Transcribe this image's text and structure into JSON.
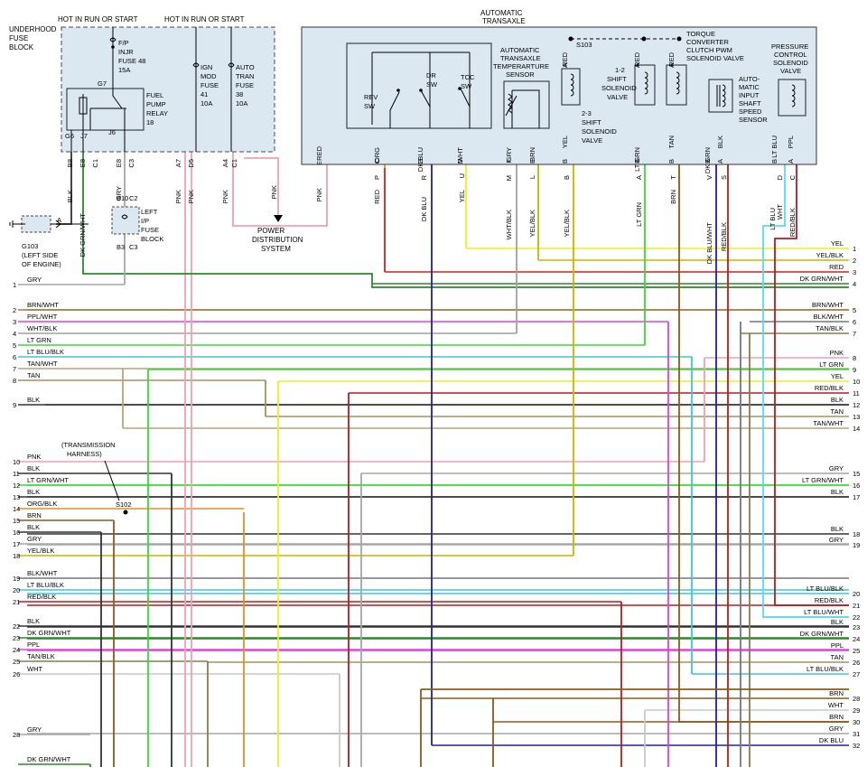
{
  "colors": {
    "RED": "#d32020",
    "PNK": "#f0a0b0",
    "BLK": "#333333",
    "GRY": "#a6a6a6",
    "DKGRNWHT": "#2a8a2a",
    "LTGRN": "#33dd33",
    "LTBLU": "#55dcf0",
    "LTBLUBLK": "#3fc6d8",
    "YEL": "#eeee22",
    "YELBLK": "#c8b400",
    "BRN": "#8c5a1a",
    "BRNWHT": "#a07a3a",
    "TAN": "#a69060",
    "TANWHT": "#b8a47a",
    "TANBLK": "#8a7a50",
    "WHT": "#c8c8c8",
    "WHTBLK": "#a0a0a0",
    "PPL": "#e040e0",
    "ORG": "#e0902a",
    "DKBLU": "#2020a0",
    "BLKWHT": "#777777",
    "REDBLK": "#c01818"
  },
  "fuse_block": {
    "title": [
      "UNDERHOOD",
      "FUSE",
      "BLOCK"
    ],
    "hot1": "HOT IN RUN OR START",
    "hot2": "HOT IN RUN OR START",
    "fuse48": [
      "F/P",
      "INJR",
      "FUSE 48",
      "15A"
    ],
    "fuse41": [
      "IGN",
      "MOD",
      "FUSE",
      "41",
      "10A"
    ],
    "fuse38": [
      "AUTO",
      "TRAN",
      "FUSE",
      "38",
      "10A"
    ],
    "relay": [
      "FUEL",
      "PUMP",
      "RELAY",
      "18"
    ],
    "g7": "G7",
    "g6": "G6",
    "j7": "J7",
    "j6": "J6"
  },
  "transaxle": {
    "title": [
      "AUTOMATIC",
      "TRANSAXLE"
    ],
    "s103": "S103",
    "rev_sw": [
      "REV",
      "SW"
    ],
    "dr_sw": [
      "DR",
      "SW"
    ],
    "tcc_sw": [
      "TCC",
      "SW"
    ],
    "temp_sensor": [
      "AUTOMATIC",
      "TRANSAXLE",
      "TEMPERARTURE",
      "SENSOR"
    ],
    "shift23": [
      "2-3",
      "SHIFT",
      "SOLENOID",
      "VALVE"
    ],
    "shift12": [
      "1-2",
      "SHIFT",
      "SOLENOID",
      "VALVE"
    ],
    "tcc_pwm": [
      "TORQUE",
      "CONVERTER",
      "CLUTCH PWM",
      "SOLENOID VALVE"
    ],
    "speed_sensor": [
      "AUTO-",
      "MATIC",
      "INPUT",
      "SHAFT",
      "SPEED",
      "SENSOR"
    ],
    "pressure": [
      "PRESSURE",
      "CONTROL",
      "SOLENOID",
      "VALVE"
    ]
  },
  "misc": {
    "power_dist": [
      "POWER",
      "DISTRIBUTION",
      "SYSTEM"
    ],
    "ip_fuse": [
      "LEFT",
      "I/P",
      "FUSE",
      "BLOCK"
    ],
    "g103": [
      "G103",
      "(LEFT SIDE",
      "OF ENGINE)"
    ],
    "a_label": "A",
    "trans_harness": [
      "(TRANSMISSION",
      "HARNESS)"
    ],
    "s102": "S102",
    "b10": "B10",
    "c2": "C2",
    "b3": "B3",
    "c3": "C3"
  },
  "vertical_labels": [
    "BLK",
    "B8",
    "DK GRN/WHT",
    "E8",
    "C1",
    "GRY",
    "E8",
    "C3",
    "PNK",
    "A7",
    "PNK",
    "D5",
    "PNK",
    "A4",
    "C1",
    "PNK",
    "RED",
    "PNK",
    "E",
    "ORG",
    "C",
    "RED",
    "P",
    "DK BLU",
    "B",
    "DK BLU",
    "R",
    "WHT",
    "D",
    "YEL",
    "U",
    "GRY",
    "F",
    "WHT/BLK",
    "M",
    "BRN",
    "E",
    "YEL/BLK",
    "L",
    "YEL",
    "B",
    "YEL/BLK",
    "B",
    "LT GRN",
    "B",
    "LT GRN",
    "A",
    "TAN",
    "B",
    "BRN",
    "T",
    "DK GRN",
    "B",
    "DK BLU/WHT",
    "V",
    "BLK",
    "A",
    "RED/BLK",
    "S",
    "LT BLU",
    "B",
    "LT BLU",
    "WHT",
    "D",
    "PPL",
    "A",
    "RED/BLK",
    "C",
    "A",
    "RED",
    "A",
    "RED",
    "A",
    "RED"
  ],
  "left_rows": [
    {
      "num": "1",
      "label": "GRY"
    },
    {
      "num": "2",
      "label": "BRN/WHT"
    },
    {
      "num": "3",
      "label": "PPL/WHT"
    },
    {
      "num": "4",
      "label": "WHT/BLK"
    },
    {
      "num": "5",
      "label": "LT GRN"
    },
    {
      "num": "6",
      "label": "LT BLU/BLK"
    },
    {
      "num": "7",
      "label": "TAN/WHT"
    },
    {
      "num": "8",
      "label": "TAN"
    },
    {
      "num": "9",
      "label": "BLK"
    },
    {
      "num": "10",
      "label": "PNK"
    },
    {
      "num": "11",
      "label": "BLK"
    },
    {
      "num": "12",
      "label": "LT GRN/WHT"
    },
    {
      "num": "13",
      "label": "BLK"
    },
    {
      "num": "14",
      "label": "ORG/BLK"
    },
    {
      "num": "15",
      "label": "BRN"
    },
    {
      "num": "16",
      "label": "BLK"
    },
    {
      "num": "17",
      "label": "GRY"
    },
    {
      "num": "18",
      "label": "YEL/BLK"
    },
    {
      "num": "19",
      "label": "BLK/WHT"
    },
    {
      "num": "20",
      "label": "LT BLU/BLK"
    },
    {
      "num": "21",
      "label": "RED/BLK"
    },
    {
      "num": "22",
      "label": "BLK"
    },
    {
      "num": "23",
      "label": "DK GRN/WHT"
    },
    {
      "num": "24",
      "label": "PPL"
    },
    {
      "num": "25",
      "label": "TAN/BLK"
    },
    {
      "num": "26",
      "label": "WHT"
    },
    {
      "num": "28",
      "label": "GRY"
    },
    {
      "num": "",
      "label": "DK GRN/WHT"
    }
  ],
  "right_rows": [
    {
      "num": "1",
      "label": "YEL"
    },
    {
      "num": "2",
      "label": "YEL/BLK"
    },
    {
      "num": "3",
      "label": "RED"
    },
    {
      "num": "4",
      "label": "DK GRN/WHT"
    },
    {
      "num": "5",
      "label": "BRN/WHT"
    },
    {
      "num": "6",
      "label": "BLK/WHT"
    },
    {
      "num": "7",
      "label": "TAN/BLK"
    },
    {
      "num": "8",
      "label": "PNK"
    },
    {
      "num": "9",
      "label": "LT GRN"
    },
    {
      "num": "10",
      "label": "YEL"
    },
    {
      "num": "11",
      "label": "RED/BLK"
    },
    {
      "num": "12",
      "label": "BLK"
    },
    {
      "num": "13",
      "label": "TAN"
    },
    {
      "num": "14",
      "label": "TAN/WHT"
    },
    {
      "num": "15",
      "label": "GRY"
    },
    {
      "num": "16",
      "label": "LT GRN/WHT"
    },
    {
      "num": "17",
      "label": "BLK"
    },
    {
      "num": "18",
      "label": "BLK"
    },
    {
      "num": "19",
      "label": "GRY"
    },
    {
      "num": "20",
      "label": "LT BLU/BLK"
    },
    {
      "num": "21",
      "label": "RED/BLK"
    },
    {
      "num": "22",
      "label": "LT BLU/WHT"
    },
    {
      "num": "23",
      "label": "BLK"
    },
    {
      "num": "24",
      "label": "DK GRN/WHT"
    },
    {
      "num": "25",
      "label": "PPL"
    },
    {
      "num": "26",
      "label": "TAN"
    },
    {
      "num": "27",
      "label": "LT BLU/BLK"
    },
    {
      "num": "28",
      "label": "BRN"
    },
    {
      "num": "29",
      "label": "WHT"
    },
    {
      "num": "30",
      "label": "BRN"
    },
    {
      "num": "31",
      "label": "GRY"
    },
    {
      "num": "32",
      "label": "DK BLU"
    }
  ]
}
